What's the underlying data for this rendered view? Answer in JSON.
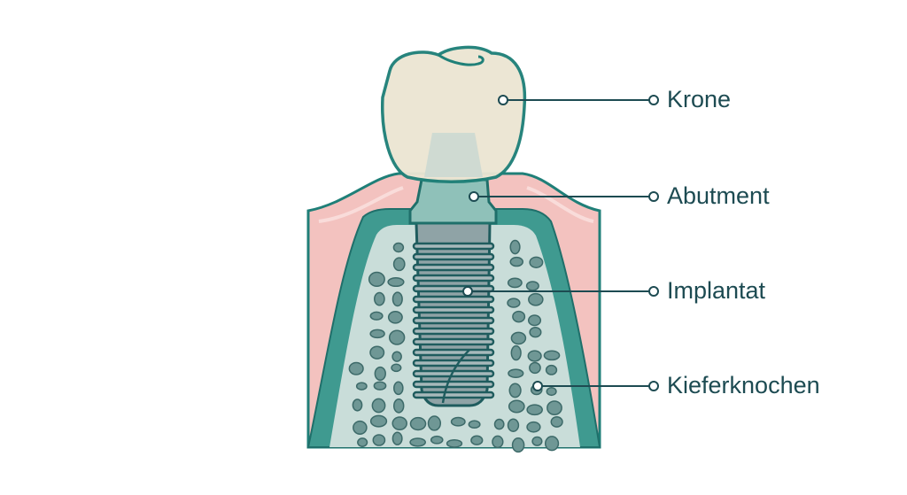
{
  "labels": {
    "crown": "Krone",
    "abutment": "Abutment",
    "implant": "Implantat",
    "jawbone": "Kieferknochen"
  },
  "colors": {
    "outline": "#1f7f78",
    "gum": "#f3c2bf",
    "bone_outer": "#3f9a90",
    "bone_inner": "#c9ddd9",
    "bone_cells": "#6f9795",
    "crown": "#ece6d3",
    "implant": "#8fa3a6",
    "label_text": "#1d4b52"
  }
}
